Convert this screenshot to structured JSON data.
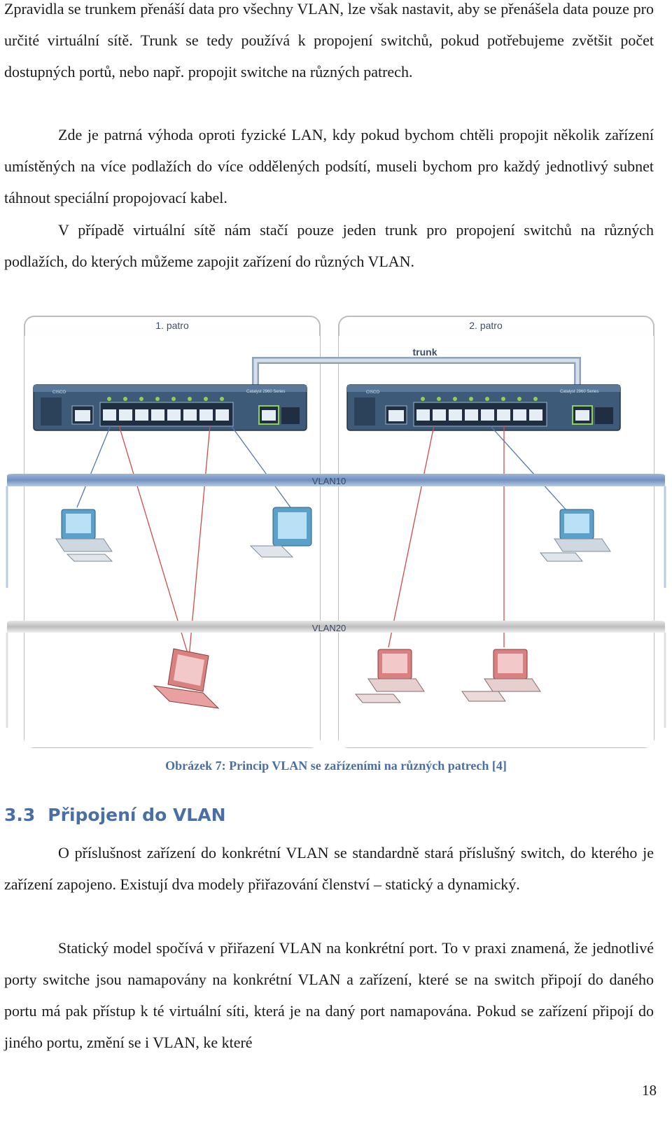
{
  "paragraphs": {
    "p1": "Zpravidla se trunkem přenáší data pro všechny VLAN, lze však nastavit, aby se přenášela data pouze pro určité virtuální sítě. Trunk se tedy používá k propojení switchů, pokud potřebujeme zvětšit počet dostupných portů, nebo např. propojit switche na různých patrech.",
    "p2": "Zde je patrná výhoda oproti fyzické LAN, kdy pokud bychom chtěli propojit několik zařízení umístěných na více podlažích do více oddělených podsítí, museli bychom pro každý jednotlivý subnet táhnout speciální propojovací kabel.",
    "p3": "V případě virtuální sítě nám stačí pouze jeden trunk pro propojení switchů na různých podlažích, do kterých můžeme zapojit zařízení do různých VLAN.",
    "p4": "O příslušnost zařízení do konkrétní VLAN se standardně stará příslušný switch, do kterého je zařízení zapojeno. Existují dva modely přiřazování členství – statický a dynamický.",
    "p5": "Statický model spočívá v přiřazení VLAN na konkrétní port. To v praxi znamená, že jednotlivé porty switche jsou namapovány na konkrétní VLAN a zařízení, které se na switch připojí do daného portu má pak přístup k té virtuální síti, která je na daný port namapována. Pokud se zařízení připojí do jiného portu, změní se i VLAN, ke které"
  },
  "figure": {
    "floor1_label": "1. patro",
    "floor2_label": "2. patro",
    "trunk_label": "trunk",
    "vlan10_label": "VLAN10",
    "vlan20_label": "VLAN20",
    "switch_brand": "CISCO",
    "switch_model": "Catalyst 2960 Series",
    "colors": {
      "vlan10_line": "#8ba5c8",
      "vlan20_line": "#c9c9c9",
      "switch_body": "#3d5a78",
      "vlan10_device": "#5aa0c8",
      "vlan20_device": "#d98080",
      "red_cable": "#d24a4a",
      "blue_cable": "#5577aa"
    }
  },
  "caption": "Obrázek 7: Princip VLAN se zařízeními na různých patrech [4]",
  "section": {
    "number": "3.3",
    "title": "Připojení do VLAN"
  },
  "page_number": "18"
}
